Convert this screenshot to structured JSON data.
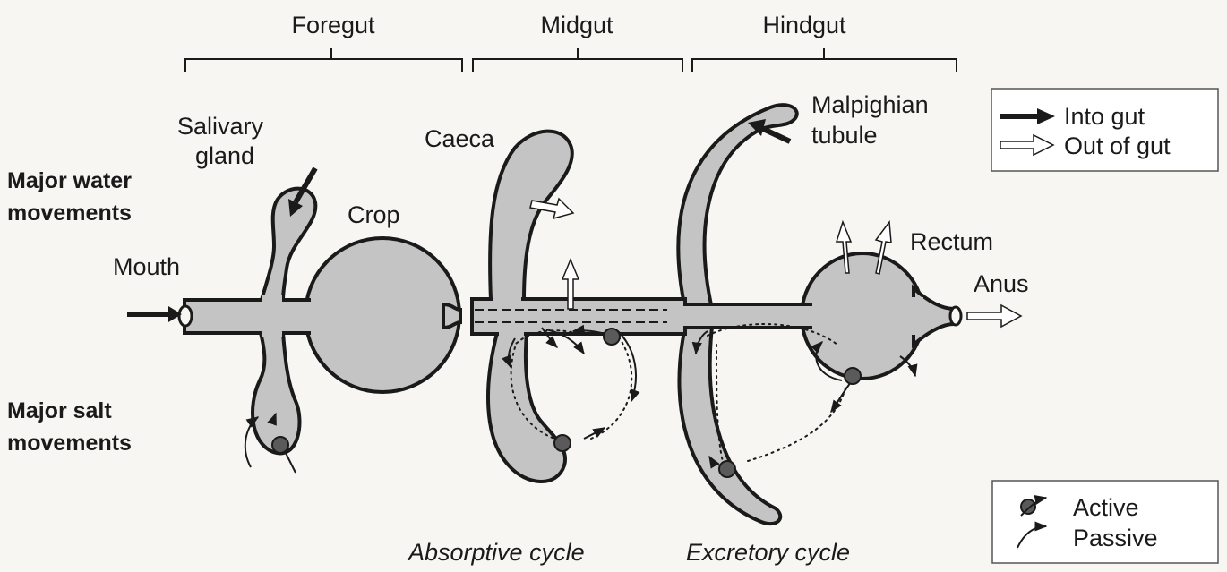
{
  "regions": {
    "foregut": "Foregut",
    "midgut": "Midgut",
    "hindgut": "Hindgut"
  },
  "row_labels": {
    "water_line1": "Major water",
    "water_line2": "movements",
    "salt_line1": "Major salt",
    "salt_line2": "movements"
  },
  "structures": {
    "mouth": "Mouth",
    "salivary_line1": "Salivary",
    "salivary_line2": "gland",
    "crop": "Crop",
    "caeca": "Caeca",
    "malpighian_line1": "Malpighian",
    "malpighian_line2": "tubule",
    "rectum": "Rectum",
    "anus": "Anus"
  },
  "cycles": {
    "absorptive": "Absorptive cycle",
    "excretory": "Excretory cycle"
  },
  "legend_water": {
    "into": "Into gut",
    "out": "Out of gut"
  },
  "legend_transport": {
    "active": "Active",
    "passive": "Passive"
  },
  "colors": {
    "tissue": "#c4c4c4",
    "outline": "#1a1a1a",
    "pump": "#5a5a5a",
    "background": "#f7f6f3"
  }
}
